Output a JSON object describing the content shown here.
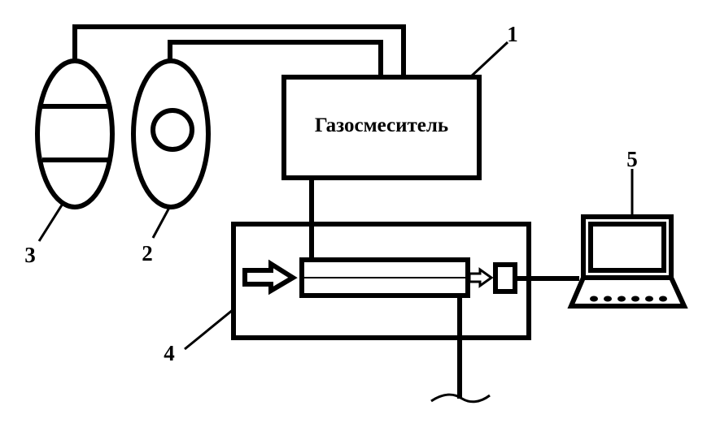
{
  "mixer": {
    "label": "Газосмеситель"
  },
  "callouts": {
    "mixer": "1",
    "cylinder_2": "2",
    "cylinder_3": "3",
    "chamber": "4",
    "computer": "5"
  }
}
